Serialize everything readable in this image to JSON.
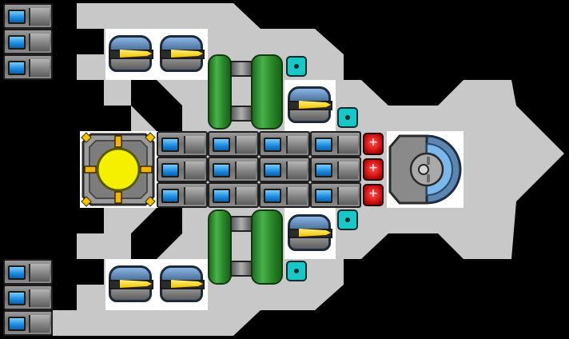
{
  "scene": {
    "type": "ship-layout",
    "colors": {
      "background": "#000000",
      "hull": "#c8c8c8",
      "room_floor": "#ffffff",
      "cell_blue": "#1e8fe0",
      "tank_green": "#3aa63a",
      "node_cyan": "#1bc6c6",
      "node_red": "#d01010",
      "core_yellow": "#f5f000",
      "shield_blue": "#7ab7ea"
    }
  },
  "modules": {
    "battery_cells": {
      "icon": "battery-cell-icon",
      "groups": 4
    },
    "weapons": {
      "icon": "weapon-turret-icon",
      "count": 6
    },
    "fuel_tanks": {
      "icon": "fuel-tank-icon",
      "count": 4
    },
    "cyan_nodes": {
      "icon": "cyan-connector-icon",
      "count": 4
    },
    "red_nodes": {
      "icon": "red-connector-icon",
      "count": 3
    },
    "reactor": {
      "icon": "reactor-core-icon"
    },
    "cockpit": {
      "icon": "cockpit-shield-icon"
    }
  }
}
